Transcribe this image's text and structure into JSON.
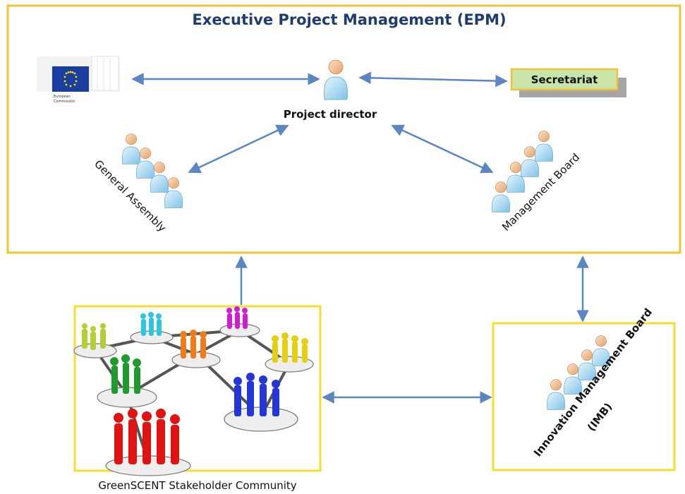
{
  "epm": {
    "title": "Executive Project Management (EPM)"
  },
  "nodes": {
    "eu_logo": {
      "line1": "European",
      "line2": "Commission"
    },
    "project_director": "Project director",
    "secretariat": "Secretariat",
    "general_assembly": "General Assembly",
    "management_board": "Management Board"
  },
  "stakeholder": {
    "caption": "GreenSCENT Stakeholder Community"
  },
  "imb": {
    "line1": "Innovation Management Board",
    "line2": "(IMB)"
  },
  "colors": {
    "frame": "#f2c230",
    "arrow": "#5b86c3",
    "title": "#1f3c6e",
    "secretariat_fill": "#c9e4a8"
  }
}
